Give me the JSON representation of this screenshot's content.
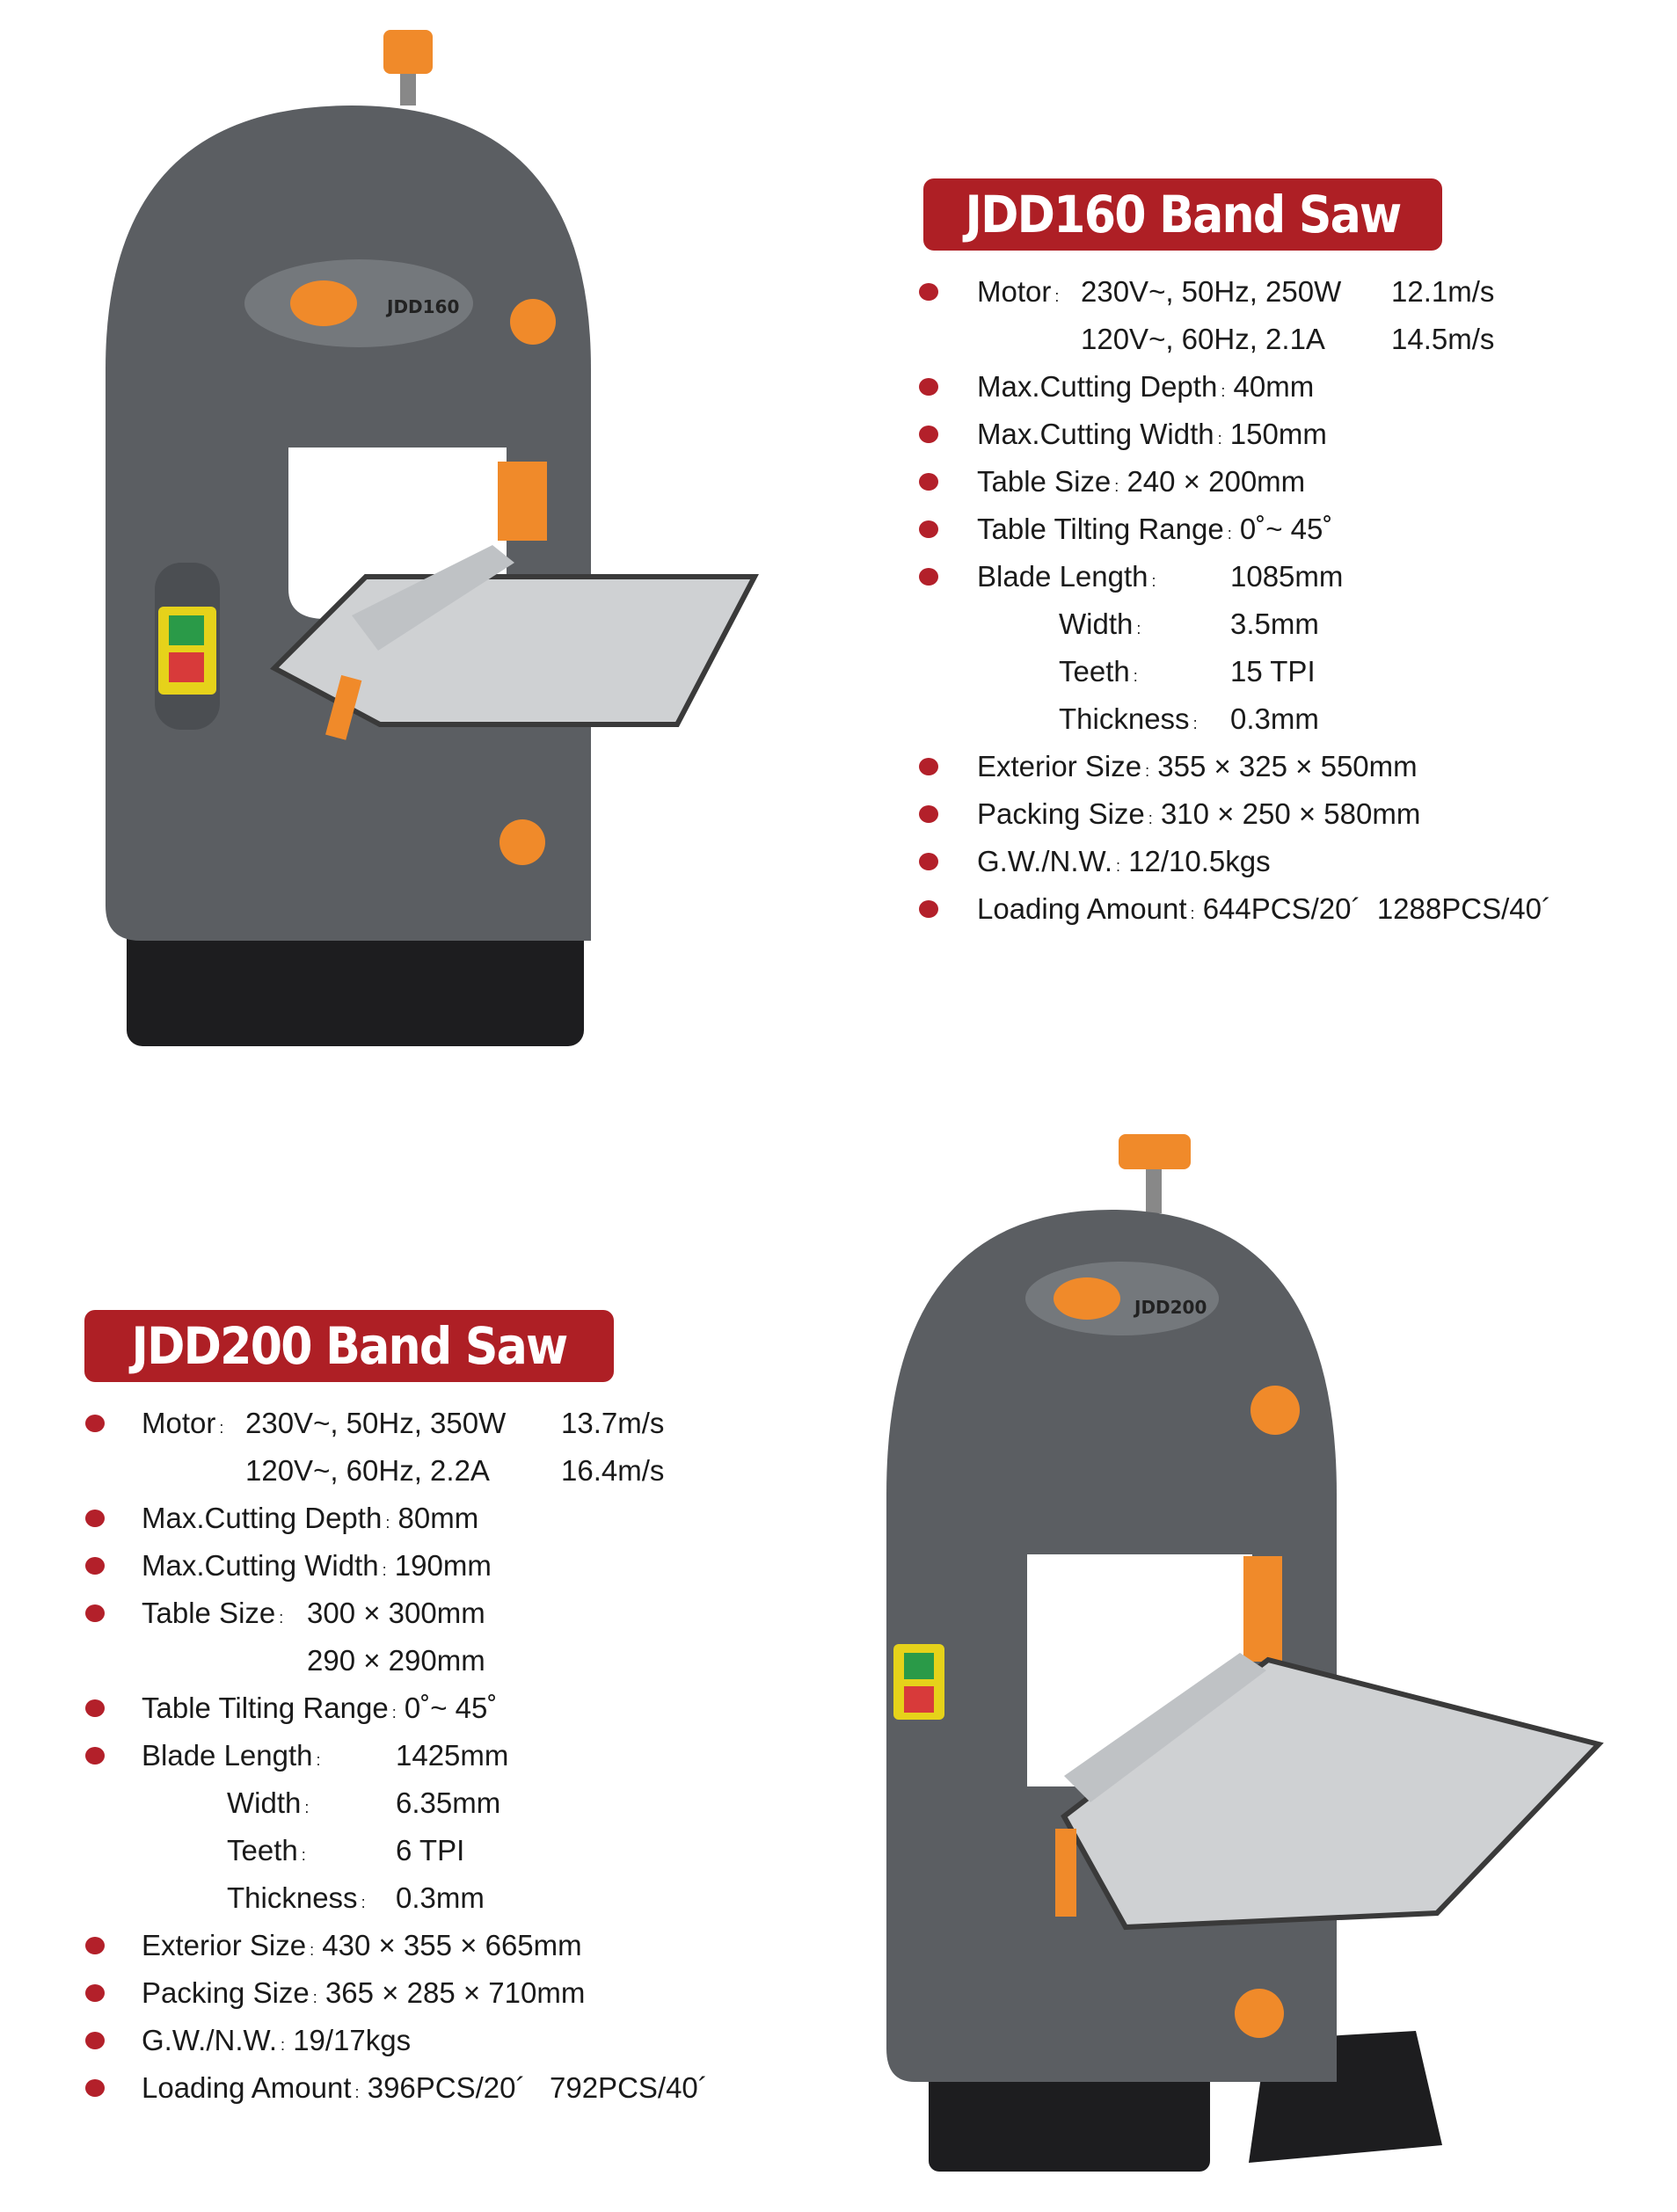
{
  "colors": {
    "banner": "#ae1f25",
    "bullet": "#b3202a",
    "saw_body": "#5b5e62",
    "saw_accent": "#f08a2a",
    "saw_base": "#1d1d1f"
  },
  "products": [
    {
      "title": "JDD160 Band Saw",
      "logo_model": "JDD160",
      "motor": {
        "label": "Motor",
        "line1": "230V~, 50Hz, 250W",
        "speed1": "12.1m/s",
        "line2": "120V~, 60Hz, 2.1A",
        "speed2": "14.5m/s"
      },
      "depth": {
        "label": "Max.Cutting Depth",
        "value": "40mm"
      },
      "width": {
        "label": "Max.Cutting Width",
        "value": "150mm"
      },
      "table": {
        "label": "Table Size",
        "value": "240 × 200mm"
      },
      "tilt": {
        "label": "Table Tilting Range",
        "value": "0˚~ 45˚"
      },
      "blade": {
        "length_label": "Blade Length",
        "length": "1085mm",
        "width_label": "Width",
        "width": "3.5mm",
        "teeth_label": "Teeth",
        "teeth": "15 TPI",
        "thick_label": "Thickness",
        "thick": "0.3mm"
      },
      "exterior": {
        "label": "Exterior Size",
        "value": "355 × 325 × 550mm"
      },
      "packing": {
        "label": "Packing Size",
        "value": "310 × 250 × 580mm"
      },
      "weight": {
        "label": "G.W./N.W.",
        "value": "12/10.5kgs"
      },
      "loading": {
        "label": "Loading Amount",
        "value": "644PCS/20´  1288PCS/40´"
      }
    },
    {
      "title": "JDD200 Band Saw",
      "logo_model": "JDD200",
      "motor": {
        "label": "Motor",
        "line1": "230V~, 50Hz, 350W",
        "speed1": "13.7m/s",
        "line2": "120V~, 60Hz, 2.2A",
        "speed2": "16.4m/s"
      },
      "depth": {
        "label": "Max.Cutting Depth",
        "value": "80mm"
      },
      "width": {
        "label": "Max.Cutting Width",
        "value": "190mm"
      },
      "table": {
        "label": "Table Size",
        "value": "300 × 300mm",
        "value2": "290 × 290mm"
      },
      "tilt": {
        "label": "Table Tilting Range",
        "value": "0˚~ 45˚"
      },
      "blade": {
        "length_label": "Blade Length",
        "length": "1425mm",
        "width_label": "Width",
        "width": "6.35mm",
        "teeth_label": "Teeth",
        "teeth": "6 TPI",
        "thick_label": "Thickness",
        "thick": "0.3mm"
      },
      "exterior": {
        "label": "Exterior Size",
        "value": "430 × 355 × 665mm"
      },
      "packing": {
        "label": "Packing Size",
        "value": "365 × 285 × 710mm"
      },
      "weight": {
        "label": "G.W./N.W.",
        "value": "19/17kgs"
      },
      "loading": {
        "label": "Loading Amount",
        "value": "396PCS/20´   792PCS/40´"
      }
    }
  ]
}
